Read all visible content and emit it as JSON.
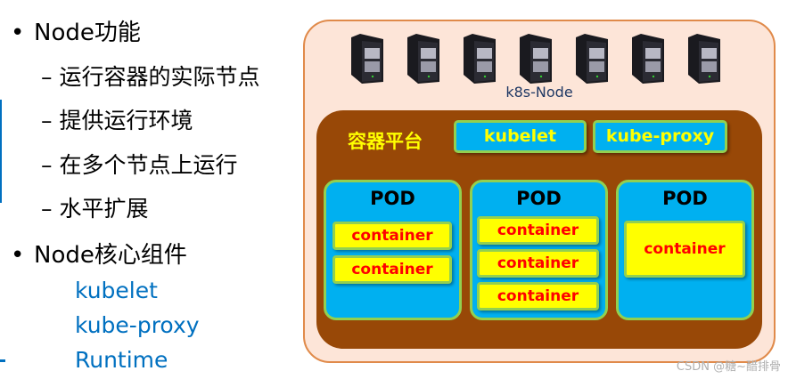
{
  "left": {
    "functions_title": "Node功能",
    "functions": [
      "运行容器的实际节点",
      "提供运行环境",
      "在多个节点上运行",
      "水平扩展"
    ],
    "components_title": "Node核心组件",
    "components": [
      "kubelet",
      "kube-proxy",
      "Runtime"
    ],
    "bullet": "•",
    "dash": "–"
  },
  "diagram": {
    "node_label": "k8s-Node",
    "platform_label": "容器平台",
    "kubelet": "kubelet",
    "kube_proxy": "kube-proxy",
    "pods": [
      {
        "title": "POD",
        "containers": [
          "container",
          "container"
        ]
      },
      {
        "title": "POD",
        "containers": [
          "container",
          "container",
          "container"
        ]
      },
      {
        "title": "POD",
        "containers": [
          "container"
        ]
      }
    ]
  },
  "watermark": "CSDN @糖~醋排骨"
}
